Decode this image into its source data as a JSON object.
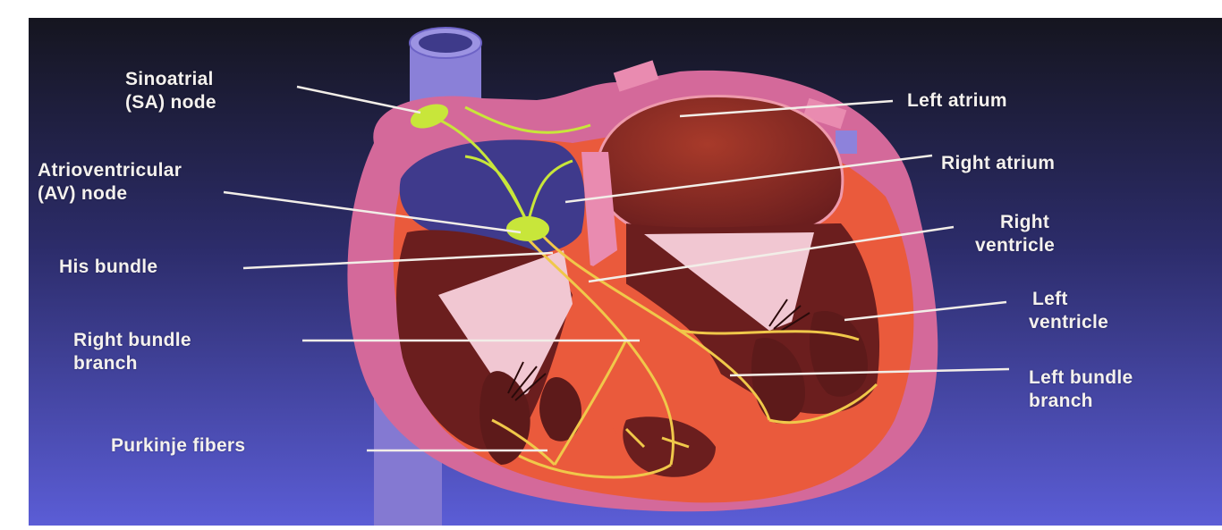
{
  "colors": {
    "bg_top": "#171722",
    "bg_bottom": "#5a5bd4",
    "muscle": "#ea5a3c",
    "pericardium": "#e96fa0",
    "chamber_dark": "#6b1e1e",
    "valve_pink": "#f1c7d2",
    "vessel": "#8f83db",
    "conduction": "#f0c84a",
    "node": "#c8e63a",
    "label": "#f4f1ee"
  },
  "labels": {
    "sa_node": [
      "Sinoatrial",
      "(SA) node"
    ],
    "av_node": [
      "Atrioventricular",
      "(AV) node"
    ],
    "his_bundle": [
      "His bundle"
    ],
    "right_bundle": [
      "Right bundle",
      "branch"
    ],
    "purkinje": [
      "Purkinje fibers"
    ],
    "left_atrium": [
      "Left atrium"
    ],
    "right_atrium": [
      "Right atrium"
    ],
    "right_ventricle": [
      "Right",
      "ventricle"
    ],
    "left_ventricle": [
      "Left",
      "ventricle"
    ],
    "left_bundle": [
      "Left bundle",
      "branch"
    ]
  }
}
